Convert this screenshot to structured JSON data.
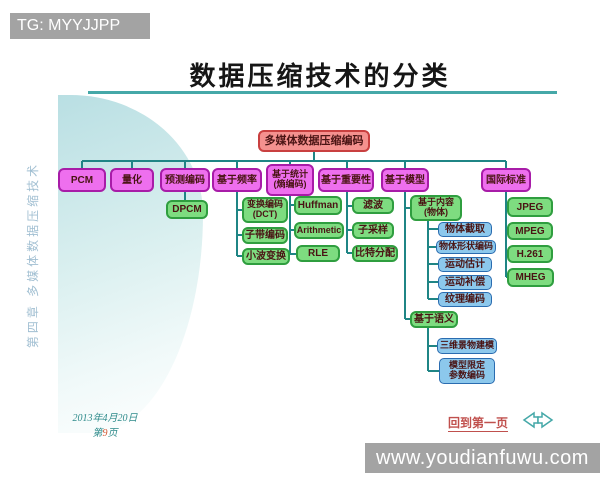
{
  "watermarks": {
    "top": "TG: MYYJJPP",
    "bottom": "www.youdianfuwu.com"
  },
  "slide": {
    "title": "数据压缩技术的分类",
    "side_label": "第四章 多媒体数据压缩技术",
    "footer": {
      "date": "2013年4月20日",
      "page_prefix": "第",
      "page_number": "9",
      "page_suffix": "页",
      "back_link": "回到第一页"
    }
  },
  "nodes": {
    "root": "多媒体数据压缩编码",
    "pcm": "PCM",
    "quantization": "量化",
    "predictive": "预测编码",
    "dpcm": "DPCM",
    "frequency": "基于频率",
    "transform": {
      "line1": "变换编码",
      "line2": "(DCT)"
    },
    "subband": "子带编码",
    "wavelet": "小波变换",
    "statistical": {
      "line1": "基于统计",
      "line2": "(熵编码)"
    },
    "huffman": "Huffman",
    "arithmetic": "Arithmetic",
    "rle": "RLE",
    "importance": "基于重要性",
    "filtering": "滤波",
    "subsampling": "子采样",
    "bit_allocation": "比特分配",
    "model": "基于模型",
    "content": {
      "line1": "基于内容",
      "line2": "(物体)"
    },
    "object_extraction": "物体截取",
    "object_shape_coding": "物体形状编码",
    "motion_estimation": "运动估计",
    "motion_compensation": "运动补偿",
    "texture_coding": "纹理编码",
    "semantic": "基于语义",
    "scene_modeling_3d": "三维景物建模",
    "model_limited": {
      "line1": "模型限定",
      "line2": "参数编码"
    },
    "standards": "国际标准",
    "jpeg": "JPEG",
    "mpeg": "MPEG",
    "h261": "H.261",
    "mheg": "MHEG"
  },
  "colors": {
    "connector": "#1f8585",
    "root_fill": "#f4918f",
    "root_border": "#c94040",
    "level2_fill": "#ee6fee",
    "level2_border": "#a81ca8",
    "green_fill": "#7edc80",
    "green_border": "#2f9e3f",
    "blue_fill": "#8cc8ec",
    "blue_border": "#2a6cb0",
    "title_underline": "#45a8a8",
    "box_text": "#4a1414",
    "link": "#c0504d",
    "footer_text": "#2e8b8b"
  }
}
